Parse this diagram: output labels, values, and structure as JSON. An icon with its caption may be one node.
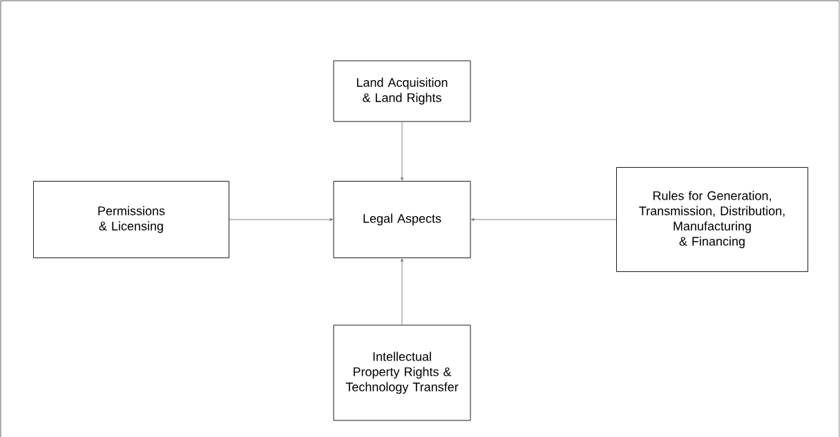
{
  "diagram": {
    "nodes": [
      {
        "text": [
          "Land Acquisition & Land Rights"
        ]
      },
      {
        "text": [
          "Permissions & Licensing"
        ]
      },
      {
        "text": [
          "Legal Aspects"
        ]
      },
      {
        "text": [
          "Rules for Generation, Transmission, Distribution, Manufacturing & Financing"
        ]
      },
      {
        "text": [
          "Intellectual Property Rights & Technology Transfer"
        ]
      }
    ],
    "edges": [
      {
        "from": 0,
        "to": 2,
        "arrow": "to"
      },
      {
        "from": 1,
        "to": 2,
        "arrow": "to"
      },
      {
        "from": 3,
        "to": 2,
        "arrow": "to"
      },
      {
        "from": 4,
        "to": 2,
        "arrow": "to"
      }
    ]
  }
}
